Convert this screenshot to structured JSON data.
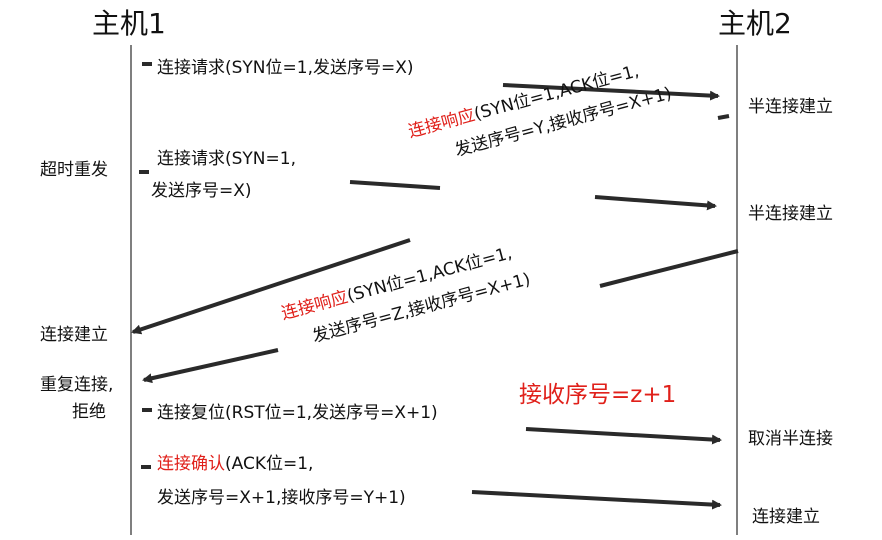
{
  "hosts": {
    "host1": "主机1",
    "host2": "主机2"
  },
  "left_labels": {
    "timeout": "超时重发",
    "established": "连接建立",
    "duplicate_line1": "重复连接,",
    "duplicate_line2": "拒绝"
  },
  "right_labels": {
    "half_open_1": "半连接建立",
    "half_open_2": "半连接建立",
    "cancel_half": "取消半连接",
    "established": "连接建立"
  },
  "messages": {
    "m1": "连接请求(SYN位=1,发送序号=X)",
    "m2_line1": "连接请求(SYN=1,",
    "m2_line2": "发送序号=X)",
    "m3_red": "连接响应",
    "m3_line1_rest": "(SYN位=1,ACK位=1,",
    "m3_line2": "发送序号=Y,接收序号=X+1)",
    "m4_red": "连接响应",
    "m4_line1_rest": "(SYN位=1,ACK位=1,",
    "m4_line2": "发送序号=Z,接收序号=X+1)",
    "annotation": "接收序号=z+1",
    "m5": "连接复位(RST位=1,发送序号=X+1)",
    "m6_red": "连接确认",
    "m6_line1_rest": "(ACK位=1,",
    "m6_line2": "发送序号=X+1,接收序号=Y+1)"
  },
  "colors": {
    "ink": "#111111",
    "highlight": "#e0201a",
    "arrow": "#2a2a2a"
  }
}
